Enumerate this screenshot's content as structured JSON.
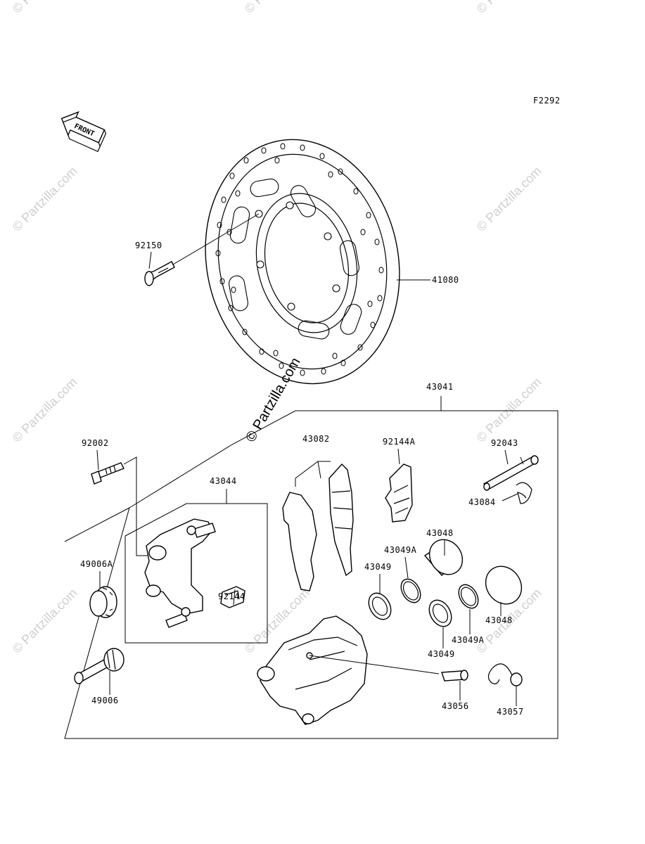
{
  "figure_code": "F2292",
  "front_label": "FRONT",
  "watermark": "© Partzilla.com",
  "labels": {
    "p92150": "92150",
    "p41080": "41080",
    "p43041": "43041",
    "p92002": "92002",
    "p43082": "43082",
    "p92144A": "92144A",
    "p92043": "92043",
    "p43044": "43044",
    "p43084": "43084",
    "p43048a": "43048",
    "p43049Aa": "43049A",
    "p43049a": "43049",
    "p49006A": "49006A",
    "p92144": "92144",
    "p43048b": "43048",
    "p43049Ab": "43049A",
    "p43049b": "43049",
    "p49006": "49006",
    "p43056": "43056",
    "p43057": "43057"
  }
}
